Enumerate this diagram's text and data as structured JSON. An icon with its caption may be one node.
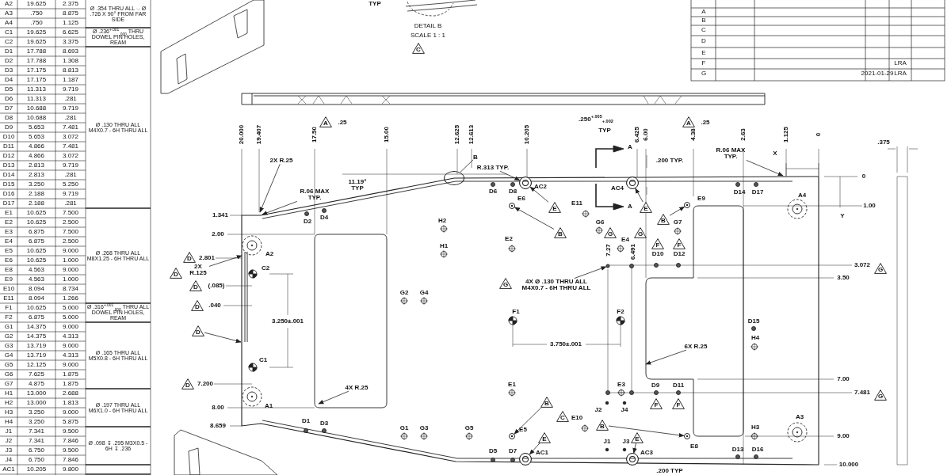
{
  "diagram": {
    "nodes": [
      {
        "text": [
          "2X R.25"
        ]
      },
      {
        "text": [
          "R.06 MAX TYP."
        ]
      },
      {
        "text": [
          "B"
        ]
      },
      {
        "text": [],
        "shape": "circle"
      },
      {
        "text": [
          "R.313 TYP."
        ]
      },
      {
        "text": [
          "4X R.25"
        ]
      },
      {
        "text": [
          "6X R.25"
        ]
      },
      {
        "text": [
          "R.06 MAX TYP."
        ]
      },
      {
        "text": [
          "2X R.125"
        ]
      },
      {
        "text": [
          "4X Ø .130 THRU ALL M4X0.7 - 6H THRU ALL"
        ]
      },
      {
        "text": [
          "D"
        ]
      },
      {
        "text": [
          "B"
        ]
      },
      {
        "text": [
          "E"
        ]
      },
      {
        "text": [
          "E"
        ]
      },
      {
        "text": [
          "B"
        ]
      },
      {
        "text": [
          "B"
        ]
      },
      {
        "text": [
          "E"
        ]
      },
      {
        "text": [
          "B"
        ]
      },
      {
        "text": [
          "E"
        ]
      },
      {
        "text": [],
        "shape": "circle"
      },
      {
        "text": [],
        "shape": "circle"
      },
      {
        "text": [],
        "shape": "circle"
      },
      {
        "text": [],
        "shape": "circle"
      },
      {
        "text": [],
        "shape": "circle"
      },
      {
        "text": [],
        "shape": "circle"
      },
      {
        "text": [],
        "shape": "circle"
      },
      {
        "text": [],
        "shape": "circle"
      },
      {
        "text": [],
        "shape": "circle"
      }
    ],
    "edges": [
      {
        "from": 0,
        "to": null,
        "arrow": "to"
      },
      {
        "from": 1,
        "to": null,
        "arrow": "to"
      },
      {
        "from": 2,
        "to": 3,
        "arrow": "none"
      },
      {
        "from": 4,
        "to": 19,
        "arrow": "to"
      },
      {
        "from": 5,
        "to": null,
        "arrow": "to"
      },
      {
        "from": 6,
        "to": null,
        "arrow": "to"
      },
      {
        "from": 7,
        "to": null,
        "arrow": "to"
      },
      {
        "from": 8,
        "to": null,
        "arrow": "to"
      },
      {
        "from": 9,
        "to": 23,
        "arrow": "to"
      },
      {
        "from": 10,
        "to": null,
        "arrow": "to"
      },
      {
        "from": 11,
        "to": 21,
        "arrow": "to"
      },
      {
        "from": 12,
        "to": 19,
        "arrow": "to"
      },
      {
        "from": 13,
        "to": 20,
        "arrow": "to"
      },
      {
        "from": 14,
        "to": 22,
        "arrow": "to"
      },
      {
        "from": 15,
        "to": 24,
        "arrow": "to"
      },
      {
        "from": 16,
        "to": 25,
        "arrow": "to"
      },
      {
        "from": 17,
        "to": 26,
        "arrow": "to"
      },
      {
        "from": 18,
        "to": 27,
        "arrow": "to"
      }
    ],
    "labels": [
      "A2",
      "19.625",
      "2.375",
      "Ø .354 THRU ALL ⌵ Ø .726 X 90° FROM FAR SIDE",
      "A3",
      ".750",
      "8.875",
      "A4",
      ".750",
      "1.125",
      "C1",
      "19.625",
      "6.625",
      "Ø .236$^{+.001}$$_{.000}$ THRU DOWEL PIN HOLES, REAM",
      "C2",
      "19.625",
      "3.375",
      "D1",
      "17.788",
      "8.693",
      "Ø .130 THRU ALL M4X0.7 - 6H THRU ALL",
      "D2",
      "17.788",
      "1.308",
      "D3",
      "17.175",
      "8.813",
      "D4",
      "17.175",
      "1.187",
      "D5",
      "11.313",
      "9.719",
      "D6",
      "11.313",
      ".281",
      "D7",
      "10.688",
      "9.719",
      "D8",
      "10.688",
      ".281",
      "D9",
      "5.653",
      "7.481",
      "D10",
      "5.653",
      "3.072",
      "D11",
      "4.866",
      "7.481",
      "D12",
      "4.866",
      "3.072",
      "D13",
      "2.813",
      "9.719",
      "D14",
      "2.813",
      ".281",
      "D15",
      "3.250",
      "5.250",
      "D16",
      "2.188",
      "9.719",
      "D17",
      "2.188",
      ".281",
      "E1",
      "10.625",
      "7.500",
      "Ø .268 THRU ALL M8X1.25 - 6H THRU ALL",
      "E2",
      "10.625",
      "2.500",
      "E3",
      "6.875",
      "7.500",
      "E4",
      "6.875",
      "2.500",
      "E5",
      "10.625",
      "9.000",
      "E6",
      "10.625",
      "1.000",
      "E8",
      "4.563",
      "9.000",
      "E9",
      "4.563",
      "1.000",
      "E10",
      "8.094",
      "8.734",
      "E11",
      "8.094",
      "1.266",
      "F1",
      "10.625",
      "5.000",
      "Ø .316$^{+.001}$$_{.000}$ THRU ALL DOWEL PIN HOLES, REAM",
      "F2",
      "6.875",
      "5.000",
      "G1",
      "14.375",
      "9.000",
      "Ø .165 THRU ALL M5X0.8 - 6H THRU ALL",
      "G2",
      "14.375",
      "4.313",
      "G3",
      "13.719",
      "9.000",
      "G4",
      "13.719",
      "4.313",
      "G5",
      "12.125",
      "9.000",
      "G6",
      "7.625",
      "1.875",
      "G7",
      "4.875",
      "1.875",
      "H1",
      "13.000",
      "2.688",
      "Ø .197 THRU ALL M6X1.0 - 6H THRU ALL",
      "H2",
      "13.000",
      "1.813",
      "H3",
      "3.250",
      "9.000",
      "H4",
      "3.250",
      "5.875",
      "J1",
      "7.341",
      "9.500",
      "Ø .098 ↧ .295 M3X0.5 - 6H ↧ .236",
      "J2",
      "7.341",
      "7.846",
      "J3",
      "6.750",
      "9.500",
      "J4",
      "6.750",
      "7.846",
      "AC1",
      "10.205",
      "9.800",
      "A",
      "B",
      "C",
      "D",
      "E",
      "F",
      "LRA",
      "G",
      "2021-01-29",
      "LRA",
      "TYP",
      "DETAIL B",
      "SCALE 1 : 1",
      "C",
      "A",
      ".25",
      ".250$^{+.005}$$_{+.002}$",
      "TYP",
      "A",
      ".25",
      "20.000",
      "19.407",
      "17.50",
      "15.00",
      "12.625",
      "12.613",
      "10.205",
      "6.425",
      "6.00",
      "4.38",
      "2.63",
      "1.125",
      "0",
      ".375",
      "A",
      ".200 TYP.",
      "X",
      "11.19° TYP",
      "0",
      "1.00",
      "Y",
      "A",
      "1.341",
      "2.00",
      "D",
      "2.801",
      "D",
      "D",
      "(.085)",
      "D",
      ".040",
      "3.250±.001",
      "D",
      "7.200",
      "8.00",
      "8.659",
      "3.072",
      "G",
      "3.50",
      "7.00",
      "7.481",
      "G",
      "9.00",
      "10.000",
      "G",
      "3.750±.001",
      "7.27",
      "6.491",
      "G",
      "G",
      "F",
      "F",
      "F",
      "F",
      "C",
      ".200 TYP",
      "A2",
      "A1",
      "A4",
      "A3",
      "C2",
      "C1",
      "D1",
      "D2",
      "D3",
      "D4",
      "D5",
      "D6",
      "D7",
      "D8",
      "D9",
      "D10",
      "D11",
      "D12",
      "D13",
      "D14",
      "D15",
      "D16",
      "D17",
      "E1",
      "E2",
      "E3",
      "E4",
      "E5",
      "E6",
      "E8",
      "E9",
      "E10",
      "E11",
      "F1",
      "F2",
      "G1",
      "G2",
      "G3",
      "G4",
      "G5",
      "G6",
      "G7",
      "H1",
      "H2",
      "H3",
      "H4",
      "J1",
      "J2",
      "J3",
      "J4",
      "AC1",
      "AC2",
      "AC3",
      "AC4"
    ]
  }
}
